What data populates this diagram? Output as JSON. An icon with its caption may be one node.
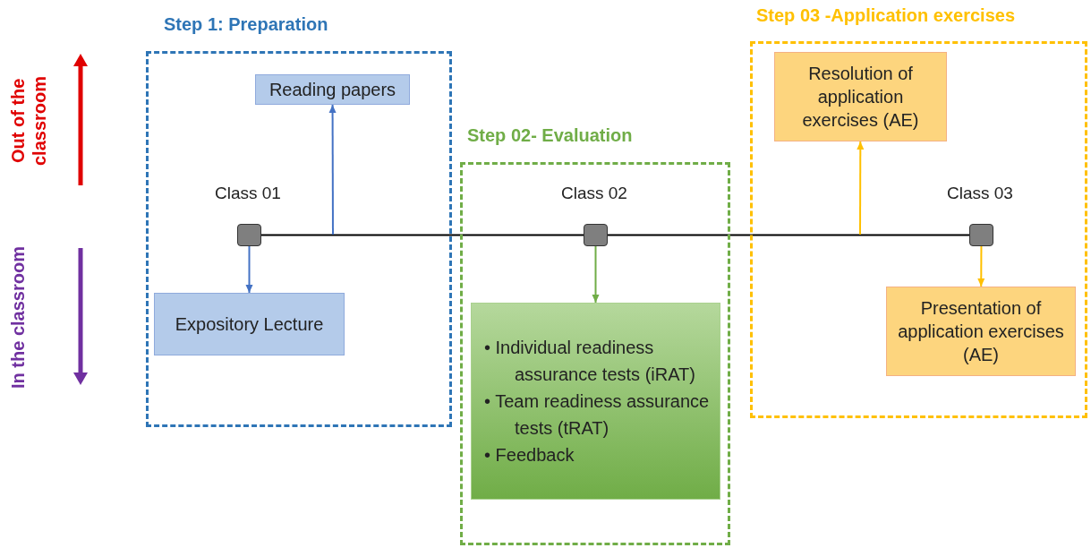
{
  "diagram": {
    "nodes": [
      {
        "text": [
          "Step 1: Preparation"
        ]
      },
      {
        "text": [
          "Reading papers"
        ],
        "in": 0
      },
      {
        "text": [],
        "shape": "box",
        "beside": [
          "Class 01"
        ],
        "in": 0
      },
      {
        "text": [
          "Expository Lecture"
        ],
        "in": 0
      },
      {
        "text": [
          "Step 02- Evaluation"
        ]
      },
      {
        "text": [],
        "shape": "box",
        "beside": [
          "Class 02"
        ],
        "in": 4
      },
      {
        "text": [
          "• Individual readiness assurance tests (iRAT)",
          "• Team readiness assurance tests (tRAT)",
          "• Feedback"
        ],
        "in": 4
      },
      {
        "text": [
          "Step 03 -Application exercises"
        ]
      },
      {
        "text": [
          "Resolution of application exercises (AE)"
        ],
        "in": 7
      },
      {
        "text": [],
        "shape": "box",
        "beside": [
          "Class 03"
        ],
        "in": 7
      },
      {
        "text": [
          "Presentation of application exercises (AE)"
        ],
        "in": 7
      }
    ],
    "edges": [
      {
        "from": 2,
        "to": 5,
        "arrow": "none",
        "color": "#000000"
      },
      {
        "from": 5,
        "to": 9,
        "arrow": "none",
        "color": "#000000"
      },
      {
        "from": 2,
        "to": 3,
        "arrow": "to",
        "color": "#4472c4"
      },
      {
        "from": null,
        "to": 1,
        "arrow": "to",
        "color": "#4472c4"
      },
      {
        "from": 5,
        "to": 6,
        "arrow": "to",
        "color": "#70ad47"
      },
      {
        "from": null,
        "to": 8,
        "arrow": "to",
        "color": "#ffc000"
      },
      {
        "from": 9,
        "to": 10,
        "arrow": "to",
        "color": "#ffc000"
      }
    ],
    "labels": [
      "Out of the classroom",
      "In the classroom"
    ]
  }
}
